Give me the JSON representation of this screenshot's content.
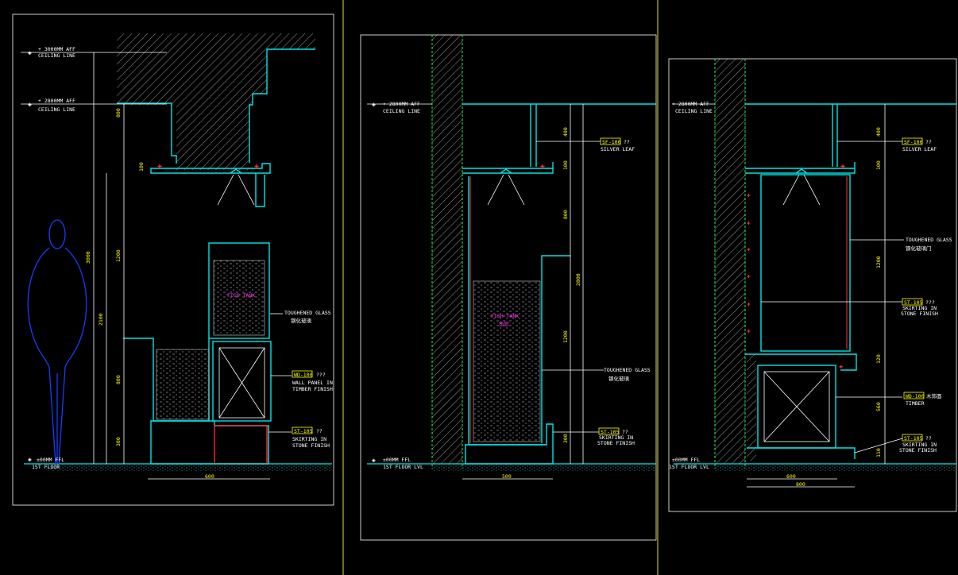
{
  "colors": {
    "background": "#000000",
    "outline": "#00e5e5",
    "text": "#ffffff",
    "dimension": "#ffff00",
    "label": "#ff33ff",
    "figure": "#1a3cff",
    "finish": "#ff2a2a",
    "frame": "#ffffff"
  },
  "panel1": {
    "level_3000": "+ 3000MM  AFF",
    "ceiling_1": "CEILING LINE",
    "level_2800": "+ 2800MM  AFF",
    "ceiling_2": "CEILING LINE",
    "ffl": "±00MM FFL",
    "floor": "1ST FLOOR",
    "dim_3000": "3000",
    "dim_2100": "2100",
    "dim_1200": "1200",
    "dim_800": "800",
    "dim_300": "300",
    "dim_100": "100",
    "dim_width": "600",
    "fish_tank": "FISH TANK",
    "glass": "TOUGHENED GLASS",
    "glass_cn": "钢化玻璃",
    "panel_tag": "WD-100",
    "panel_tag_suffix": "???",
    "panel_1": "WALL PANEL IN",
    "panel_2": "TIMBER FINISH",
    "skirt_tag": "ST-105",
    "skirt_tag_suffix": "??",
    "skirt_1": "SKIRTING IN",
    "skirt_2": "STONE FINISH"
  },
  "panel2": {
    "level": "+ 2800MM  AFF",
    "ceiling": "CEILING LINE",
    "ffl": "±00MM FFL",
    "floor": "1ST FLOOR LVL",
    "dim_400": "400",
    "dim_100": "100",
    "dim_800": "800",
    "dim_2800": "2800",
    "dim_1200": "1200",
    "dim_300": "300",
    "dim_width": "500",
    "sf_tag": "SF-100",
    "sf_tag_suffix": "??",
    "silver": "SILVER LEAF",
    "fish_tank": "FISH TANK",
    "fish_tank_cn": "鱼缸",
    "glass": "TOUGHENED GLASS",
    "glass_cn": "钢化玻璃",
    "skirt_tag": "ST-105",
    "skirt_tag_suffix": "??",
    "skirt_1": "SKIRTING IN",
    "skirt_2": "STONE FINISH"
  },
  "panel3": {
    "level": "+ 2800MM  AFF",
    "ceiling": "CEILING LINE",
    "ffl": "±00MM FFL",
    "floor": "1ST FLOOR LVL",
    "dim_400": "400",
    "dim_100": "100",
    "dim_1200": "1200",
    "dim_120": "120",
    "dim_560": "560",
    "dim_110": "110",
    "dim_600": "600",
    "dim_800": "800",
    "sf_tag": "SF-100",
    "sf_tag_suffix": "??",
    "silver": "SILVER LEAF",
    "glass": "TOUGHENED GLASS",
    "glass_cn": "钢化玻璃门",
    "skirt_tag": "ST-105",
    "skirt_tag_suffix": "???",
    "skirt_1": "SKIRTING IN",
    "skirt_2": "STONE FINISH",
    "wd_tag": "WD-100",
    "wd_tag_suffix": "木饰面",
    "timber": "TIMBER",
    "skirt2_tag": "ST-105",
    "skirt2_tag_suffix": "??",
    "skirt2_1": "SKIRTING IN",
    "skirt2_2": "STONE FINISH"
  }
}
